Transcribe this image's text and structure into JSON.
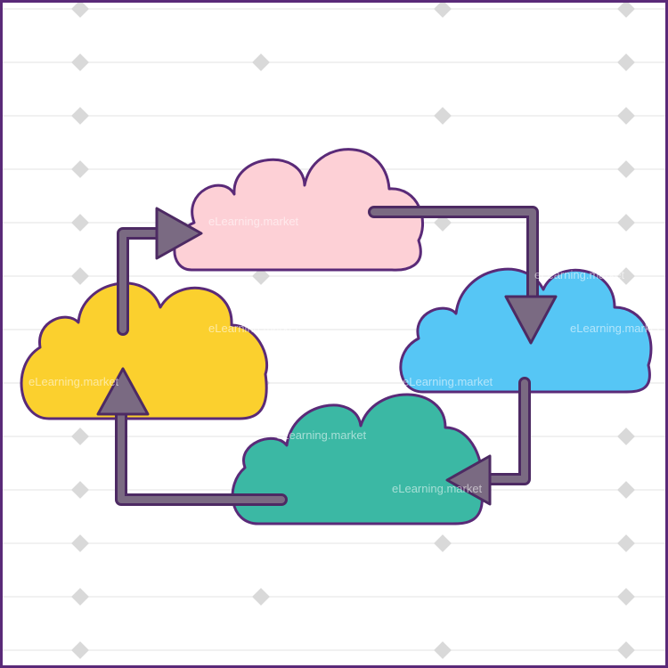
{
  "watermark": {
    "text": "eLearning.market"
  },
  "colors": {
    "frame": "#5a2a78",
    "outline": "#5a2a78",
    "arrow_fill": "#7a6a82",
    "arrow_outline": "#4d2a63",
    "cloud_pink": "#fdd0d6",
    "cloud_blue": "#56c6f5",
    "cloud_teal": "#3bb8a4",
    "cloud_yellow": "#fbd02e",
    "watermark_diamond": "#d9d9d9"
  },
  "diagram": {
    "type": "cycle",
    "nodes": [
      {
        "id": "pink-cloud",
        "color_key": "cloud_pink"
      },
      {
        "id": "blue-cloud",
        "color_key": "cloud_blue"
      },
      {
        "id": "teal-cloud",
        "color_key": "cloud_teal"
      },
      {
        "id": "yellow-cloud",
        "color_key": "cloud_yellow"
      }
    ],
    "edges": [
      {
        "from": "pink-cloud",
        "to": "blue-cloud"
      },
      {
        "from": "blue-cloud",
        "to": "teal-cloud"
      },
      {
        "from": "teal-cloud",
        "to": "yellow-cloud"
      },
      {
        "from": "yellow-cloud",
        "to": "pink-cloud"
      }
    ]
  }
}
